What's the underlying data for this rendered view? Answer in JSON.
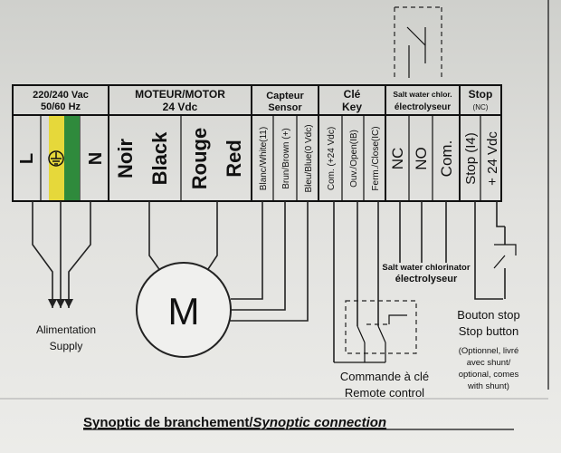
{
  "headers": {
    "supply_line1": "220/240 Vac",
    "supply_line2": "50/60 Hz",
    "motor_line1": "MOTEUR/MOTOR",
    "motor_line2": "24 Vdc",
    "sensor_line1": "Capteur",
    "sensor_line2": "Sensor",
    "key_line1": "Clé",
    "key_line2": "Key",
    "salt_line1": "Salt water chlor.",
    "salt_line2": "électrolyseur",
    "stop_line1": "Stop",
    "stop_line2": "(NC)"
  },
  "terminals": {
    "L": "L",
    "N": "N",
    "noir": "Noir",
    "black": "Black",
    "rouge": "Rouge",
    "red": "Red",
    "blanc": "Blanc/White(11)",
    "brun": "Brun/Brown (+)",
    "bleu": "Bleu/Blue(0 Vdc)",
    "com24": "Com. (+24 Vdc)",
    "ouv": "Ouv./Open(IB)",
    "ferm": "Ferm./Close(IC)",
    "nc": "NC",
    "no": "NO",
    "com": "Com.",
    "stop14": "Stop (I4)",
    "plus24": "+ 24 Vdc"
  },
  "labels": {
    "alimentation": "Alimentation",
    "supply": "Supply",
    "motor_symbol": "M",
    "salt_line1": "Salt water chlorinator",
    "salt_line2": "électrolyseur",
    "bouton_stop": "Bouton stop",
    "stop_button": "Stop button",
    "opt1": "(Optionnel, livré",
    "opt2": "avec shunt/",
    "opt3": "optional, comes",
    "opt4": "with shunt)",
    "commande": "Commande à clé",
    "remote": "Remote control",
    "title_fr": "Synoptic de branchement/",
    "title_en": "Synoptic connection"
  },
  "colors": {
    "earth_yellow": "#e6d83a",
    "earth_green": "#2f8a3c",
    "ink": "#111111"
  }
}
